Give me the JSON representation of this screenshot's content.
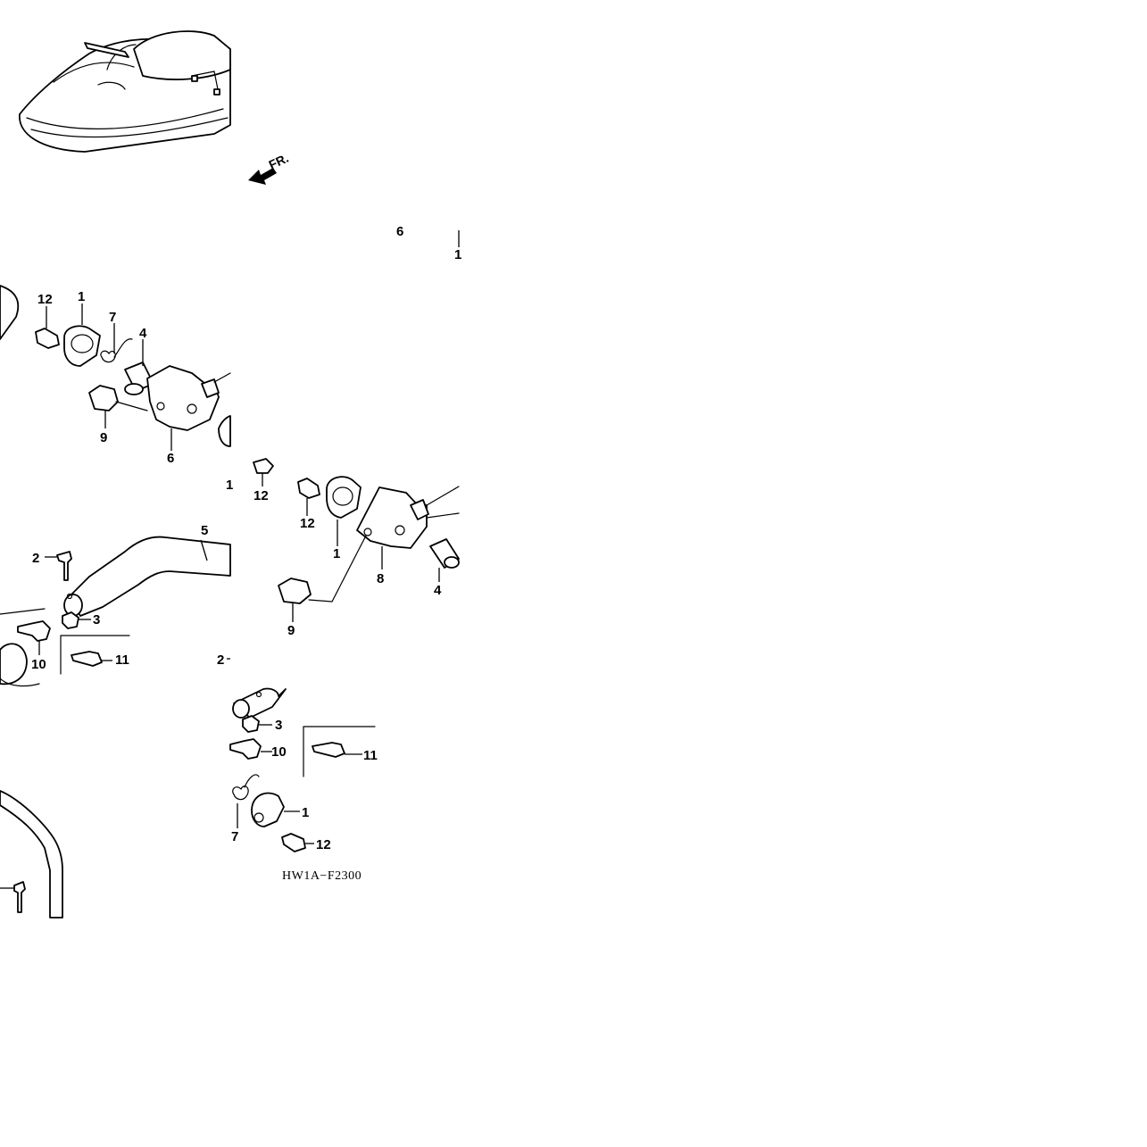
{
  "diagram": {
    "front_marker": "FR.",
    "figure_code": "HW1A−F2300",
    "callouts": [
      {
        "id": "c1a",
        "label": "1"
      },
      {
        "id": "c1b",
        "label": "1"
      },
      {
        "id": "c1c",
        "label": "1"
      },
      {
        "id": "c1d",
        "label": "1"
      },
      {
        "id": "c1e",
        "label": "1"
      },
      {
        "id": "c2a",
        "label": "2"
      },
      {
        "id": "c2b",
        "label": "2"
      },
      {
        "id": "c3a",
        "label": "3"
      },
      {
        "id": "c3b",
        "label": "3"
      },
      {
        "id": "c4a",
        "label": "4"
      },
      {
        "id": "c4b",
        "label": "4"
      },
      {
        "id": "c5",
        "label": "5"
      },
      {
        "id": "c6a",
        "label": "6"
      },
      {
        "id": "c6b",
        "label": "6"
      },
      {
        "id": "c7a",
        "label": "7"
      },
      {
        "id": "c7b",
        "label": "7"
      },
      {
        "id": "c8",
        "label": "8"
      },
      {
        "id": "c9a",
        "label": "9"
      },
      {
        "id": "c9b",
        "label": "9"
      },
      {
        "id": "c10a",
        "label": "10"
      },
      {
        "id": "c10b",
        "label": "10"
      },
      {
        "id": "c11a",
        "label": "11"
      },
      {
        "id": "c11b",
        "label": "11"
      },
      {
        "id": "c12a",
        "label": "12"
      },
      {
        "id": "c12b",
        "label": "12"
      },
      {
        "id": "c12c",
        "label": "12"
      },
      {
        "id": "c12d",
        "label": "12"
      }
    ]
  }
}
